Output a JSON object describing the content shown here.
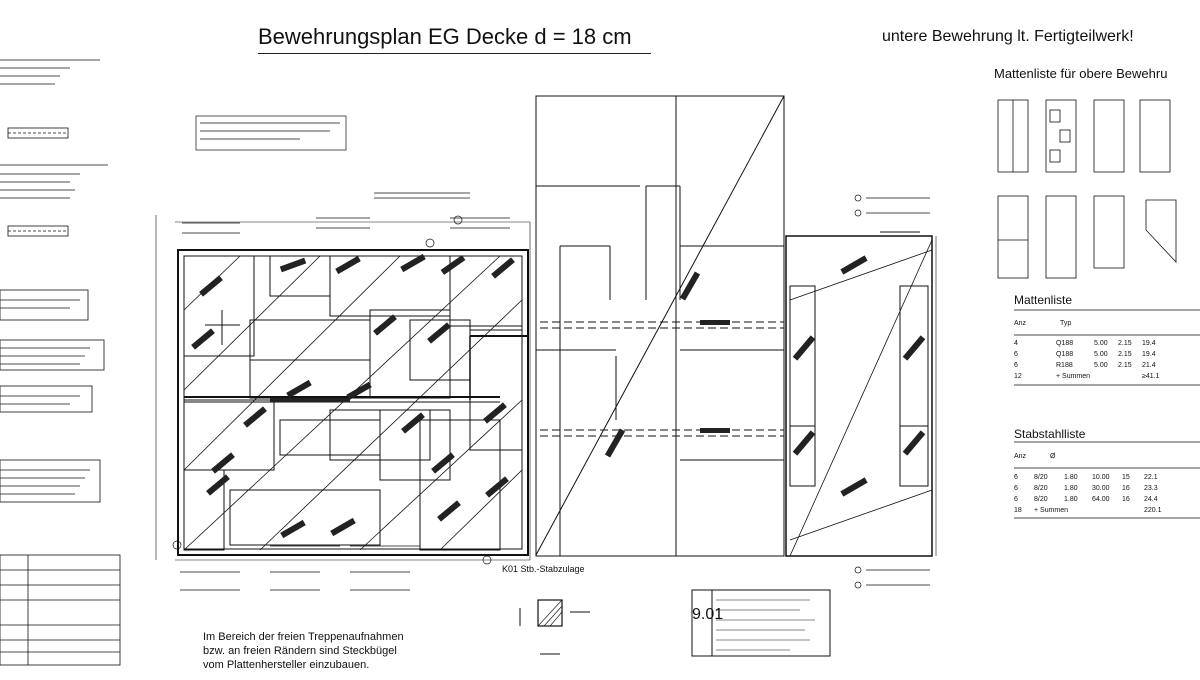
{
  "drawing": {
    "title": "Bewehrungsplan EG Decke d = 18 cm",
    "subtitle": "untere Bewehrung lt. Fertigteilwerk!",
    "mat_list_heading": "Mattenliste für obere Bewehru",
    "matten_heading": "Mattenliste",
    "stab_heading": "Stabstahlliste",
    "detail_title": "K01 Stb.-Stabzulage",
    "note_lines": [
      "Im Bereich der freien Treppenaufnahmen",
      "bzw. an freien Rändern sind Steckbügel",
      "vom Plattenhersteller einzubauen."
    ],
    "matten_rows": [
      [
        "Q188",
        "5.00",
        "2.15",
        "19.4"
      ],
      [
        "Q188",
        "5.00",
        "2.15",
        "19.4"
      ],
      [
        "R188",
        "5.00",
        "2.15",
        "21.4"
      ],
      [
        "+ Summen",
        "",
        "",
        "≥41.1"
      ]
    ],
    "stab_rows": [
      [
        "8/20",
        "1.80",
        "10.00",
        "15",
        "22.1"
      ],
      [
        "8/20",
        "1.80",
        "30.00",
        "16",
        "23.3"
      ],
      [
        "8/20",
        "1.80",
        "64.00",
        "16",
        "24.4"
      ],
      [
        "+ Summen",
        "",
        "",
        "",
        "220.1"
      ]
    ],
    "stab_total": "220.1"
  }
}
